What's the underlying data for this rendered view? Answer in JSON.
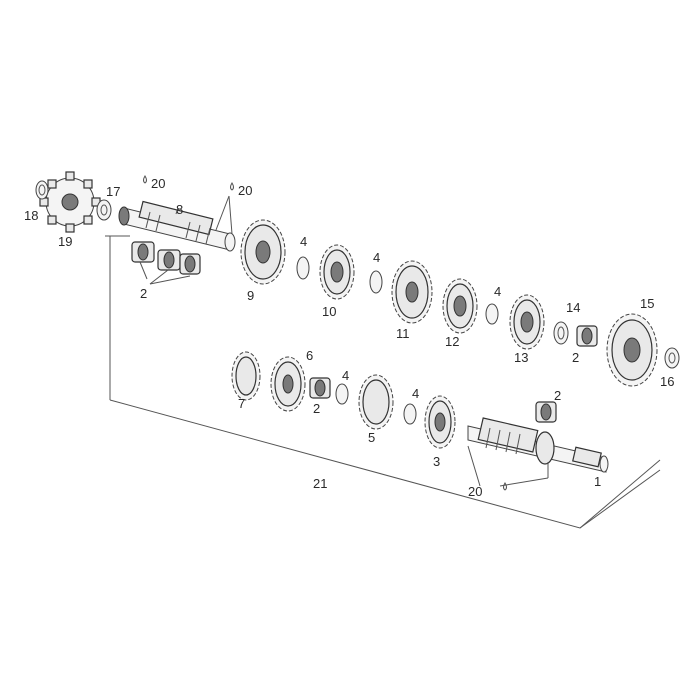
{
  "labels": {
    "l1": "1",
    "l2a": "2",
    "l2b": "2",
    "l2c": "2",
    "l2d": "2",
    "l3": "3",
    "l4a": "4",
    "l4b": "4",
    "l4c": "4",
    "l4d": "4",
    "l4e": "4",
    "l5": "5",
    "l6": "6",
    "l7": "7",
    "l8": "8",
    "l9": "9",
    "l10": "10",
    "l11": "11",
    "l12": "12",
    "l13": "13",
    "l14": "14",
    "l15": "15",
    "l16": "16",
    "l17": "17",
    "l18": "18",
    "l19": "19",
    "l20a": "20",
    "l20b": "20",
    "l20c": "20",
    "l21": "21"
  }
}
